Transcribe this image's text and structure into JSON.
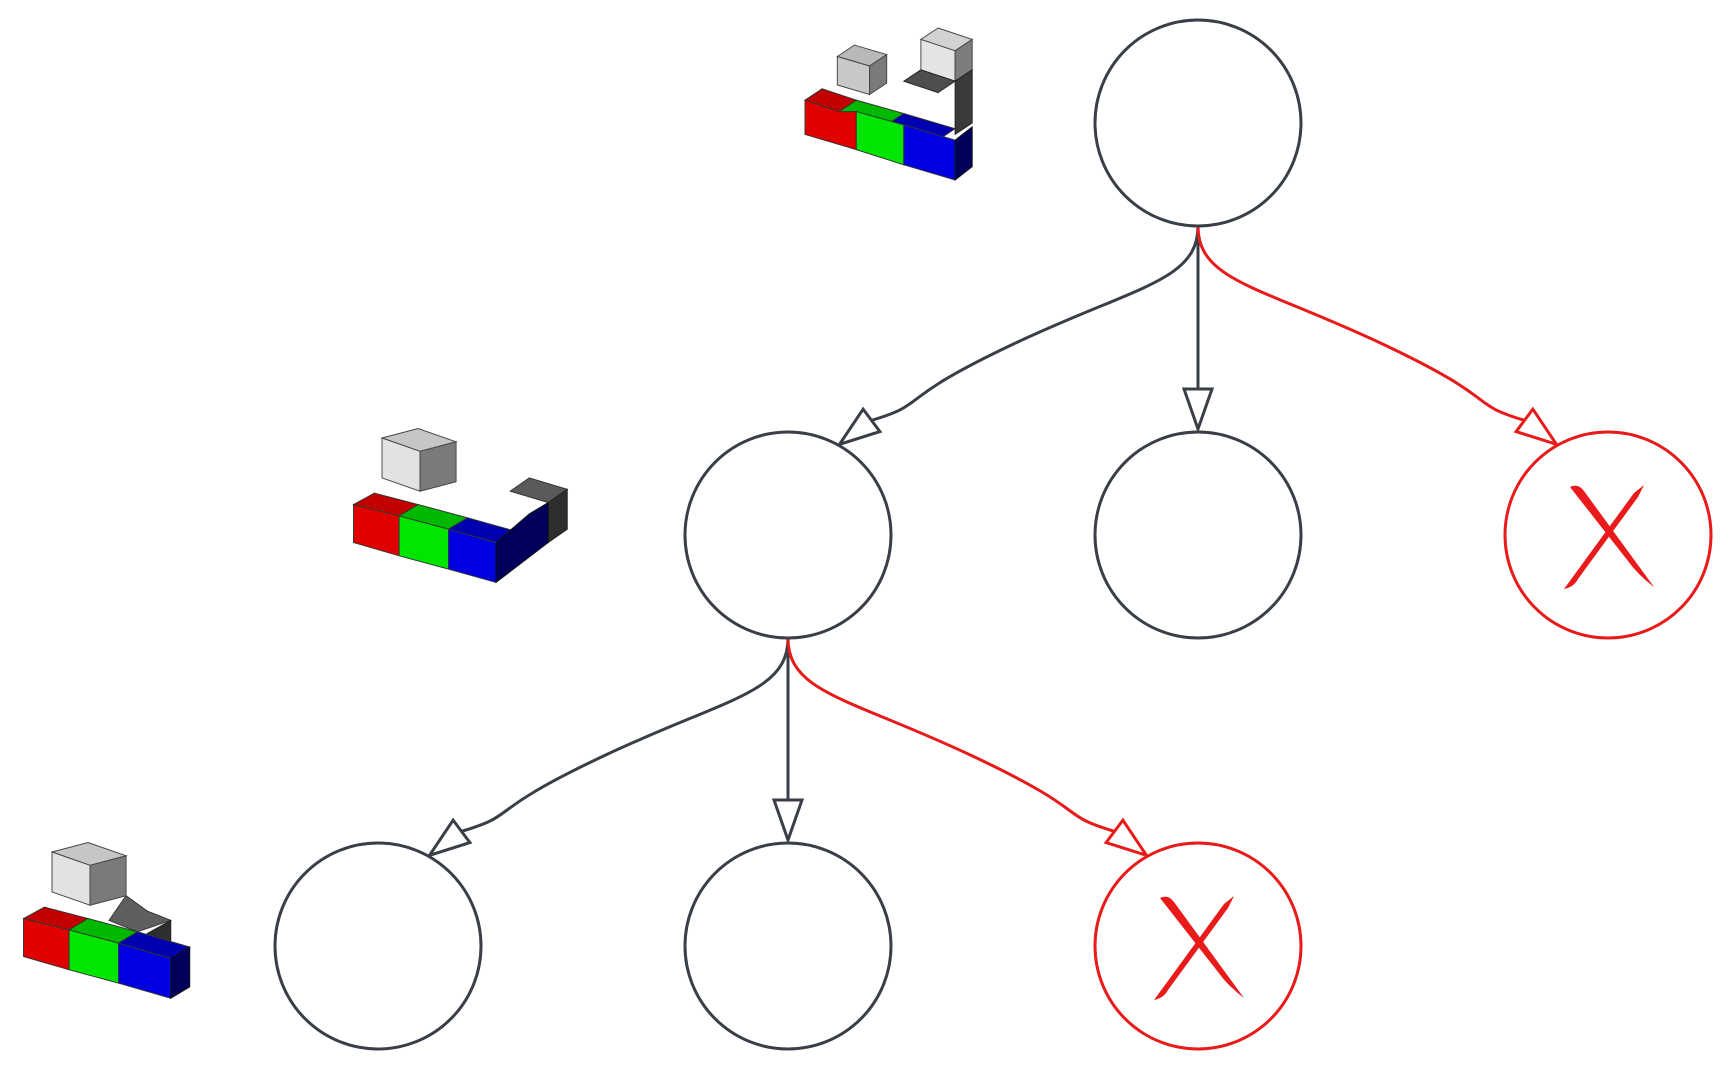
{
  "colors": {
    "edge": "#3a3f47",
    "rejected": "#e81a1a",
    "node_fill": "#ffffff",
    "red": "#e10000",
    "green": "#00e600",
    "blue": "#0000e0",
    "dark_gray": "#5f5f5f",
    "light_gray": "#e1e1e1"
  },
  "icons": {
    "rejected_mark": "x-mark-icon",
    "cube_config": "cube-configuration-icon"
  },
  "tree": {
    "nodes": [
      {
        "id": "root",
        "level": 0,
        "status": "explored"
      },
      {
        "id": "n1",
        "level": 1,
        "status": "explored"
      },
      {
        "id": "n2",
        "level": 1,
        "status": "explored"
      },
      {
        "id": "n3",
        "level": 1,
        "status": "rejected"
      },
      {
        "id": "n4",
        "level": 2,
        "status": "explored"
      },
      {
        "id": "n5",
        "level": 2,
        "status": "explored"
      },
      {
        "id": "n6",
        "level": 2,
        "status": "rejected"
      }
    ],
    "edges": [
      {
        "from": "root",
        "to": "n1",
        "status": "explored"
      },
      {
        "from": "root",
        "to": "n2",
        "status": "explored"
      },
      {
        "from": "root",
        "to": "n3",
        "status": "rejected"
      },
      {
        "from": "n1",
        "to": "n4",
        "status": "explored"
      },
      {
        "from": "n1",
        "to": "n5",
        "status": "explored"
      },
      {
        "from": "n1",
        "to": "n6",
        "status": "rejected"
      }
    ]
  }
}
